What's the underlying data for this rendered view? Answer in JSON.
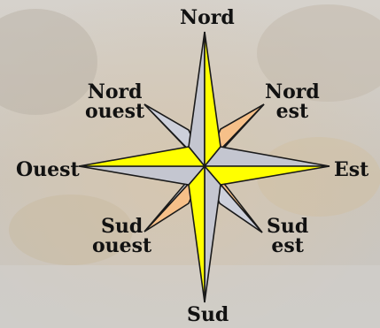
{
  "compass": {
    "north": "Nord",
    "south": "Sud",
    "east": "Est",
    "west": "Ouest",
    "northwest": {
      "line1": "Nord",
      "line2": "ouest"
    },
    "northeast": {
      "line1": "Nord",
      "line2": "est"
    },
    "southwest": {
      "line1": "Sud",
      "line2": "ouest"
    },
    "southeast": {
      "line1": "Sud",
      "line2": "est"
    }
  },
  "colors": {
    "main_light": "#ffff00",
    "main_shade": "#c4c6d0",
    "diagonal_light": "#f6c089",
    "diagonal_shade": "#cdd0db",
    "outline": "#1a1a1a"
  }
}
